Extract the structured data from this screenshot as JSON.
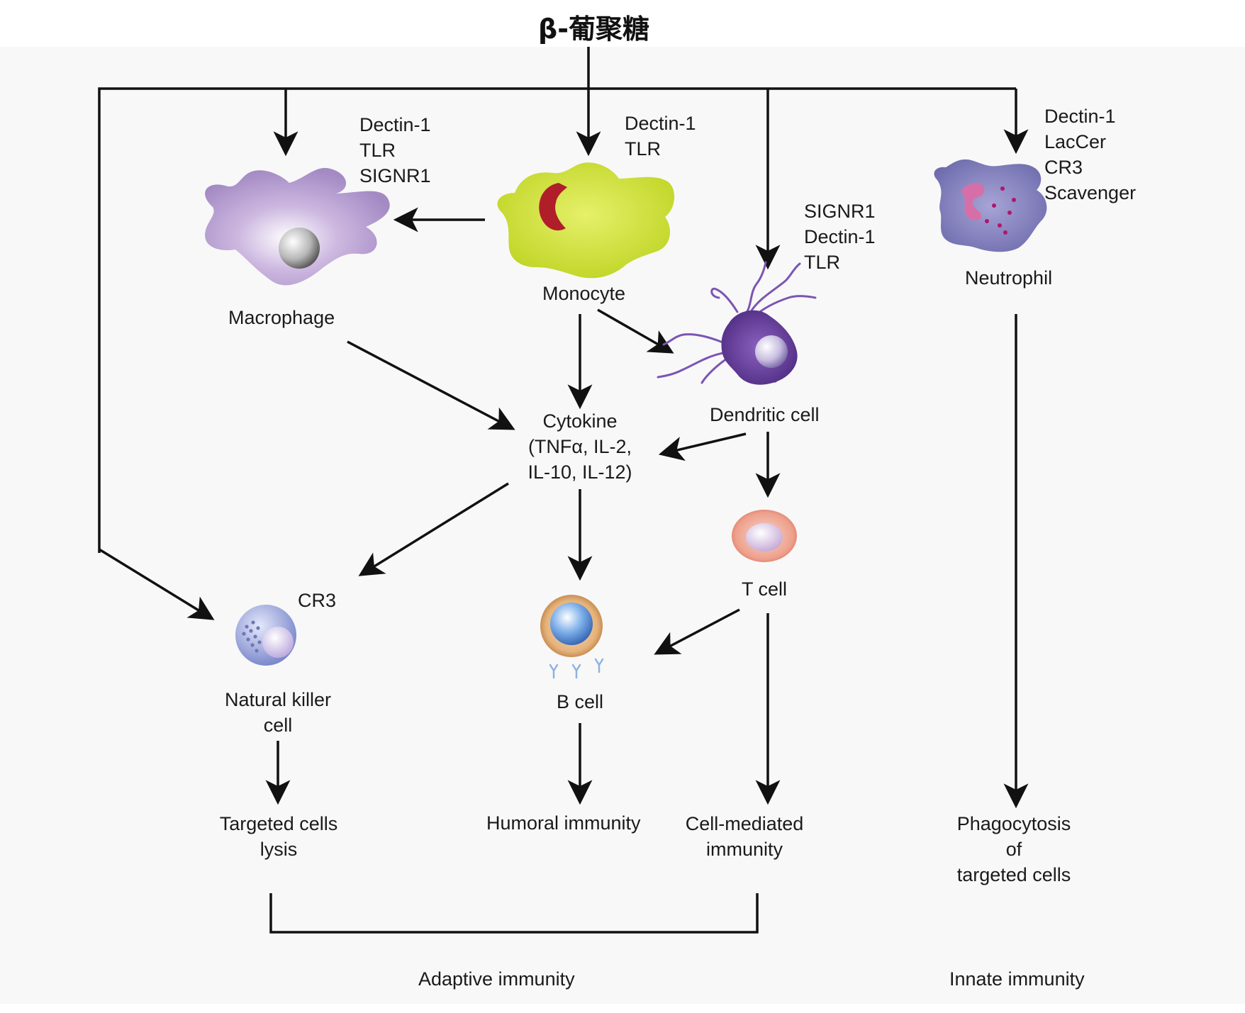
{
  "title": "β-葡聚糖",
  "cells": {
    "macrophage": "Macrophage",
    "monocyte": "Monocyte",
    "dendritic": "Dendritic cell",
    "neutrophil": "Neutrophil",
    "cytokine": "Cytokine\n(TNFα, IL-2,\nIL-10, IL-12)",
    "t_cell": "T cell",
    "b_cell": "B cell",
    "nk_cell": "Natural killer\ncell"
  },
  "receptors": {
    "macrophage": "Dectin-1\nTLR\nSIGNR1",
    "monocyte": "Dectin-1\nTLR",
    "dendritic": "SIGNR1\nDectin-1\nTLR",
    "neutrophil": "Dectin-1\nLacCer\nCR3\nScavenger",
    "nk_cell": "CR3"
  },
  "outcomes": {
    "lysis": "Targeted cells\nlysis",
    "humoral": "Humoral immunity",
    "cell_mediated": "Cell-mediated\nimmunity",
    "phagocytosis": "Phagocytosis\nof\ntargeted cells"
  },
  "groups": {
    "adaptive": "Adaptive immunity",
    "innate": "Innate immunity"
  },
  "colors": {
    "macrophage": "#b59bd0",
    "monocyte": "#c8dc2e",
    "monocyte_nucleus": "#b01e2a",
    "dendritic": "#6a3f9a",
    "neutrophil": "#8a86c0",
    "t_cell": "#e99a86",
    "b_cell": "#d9a066",
    "nk_cell": "#9aa6dd",
    "arrow": "#111111"
  }
}
